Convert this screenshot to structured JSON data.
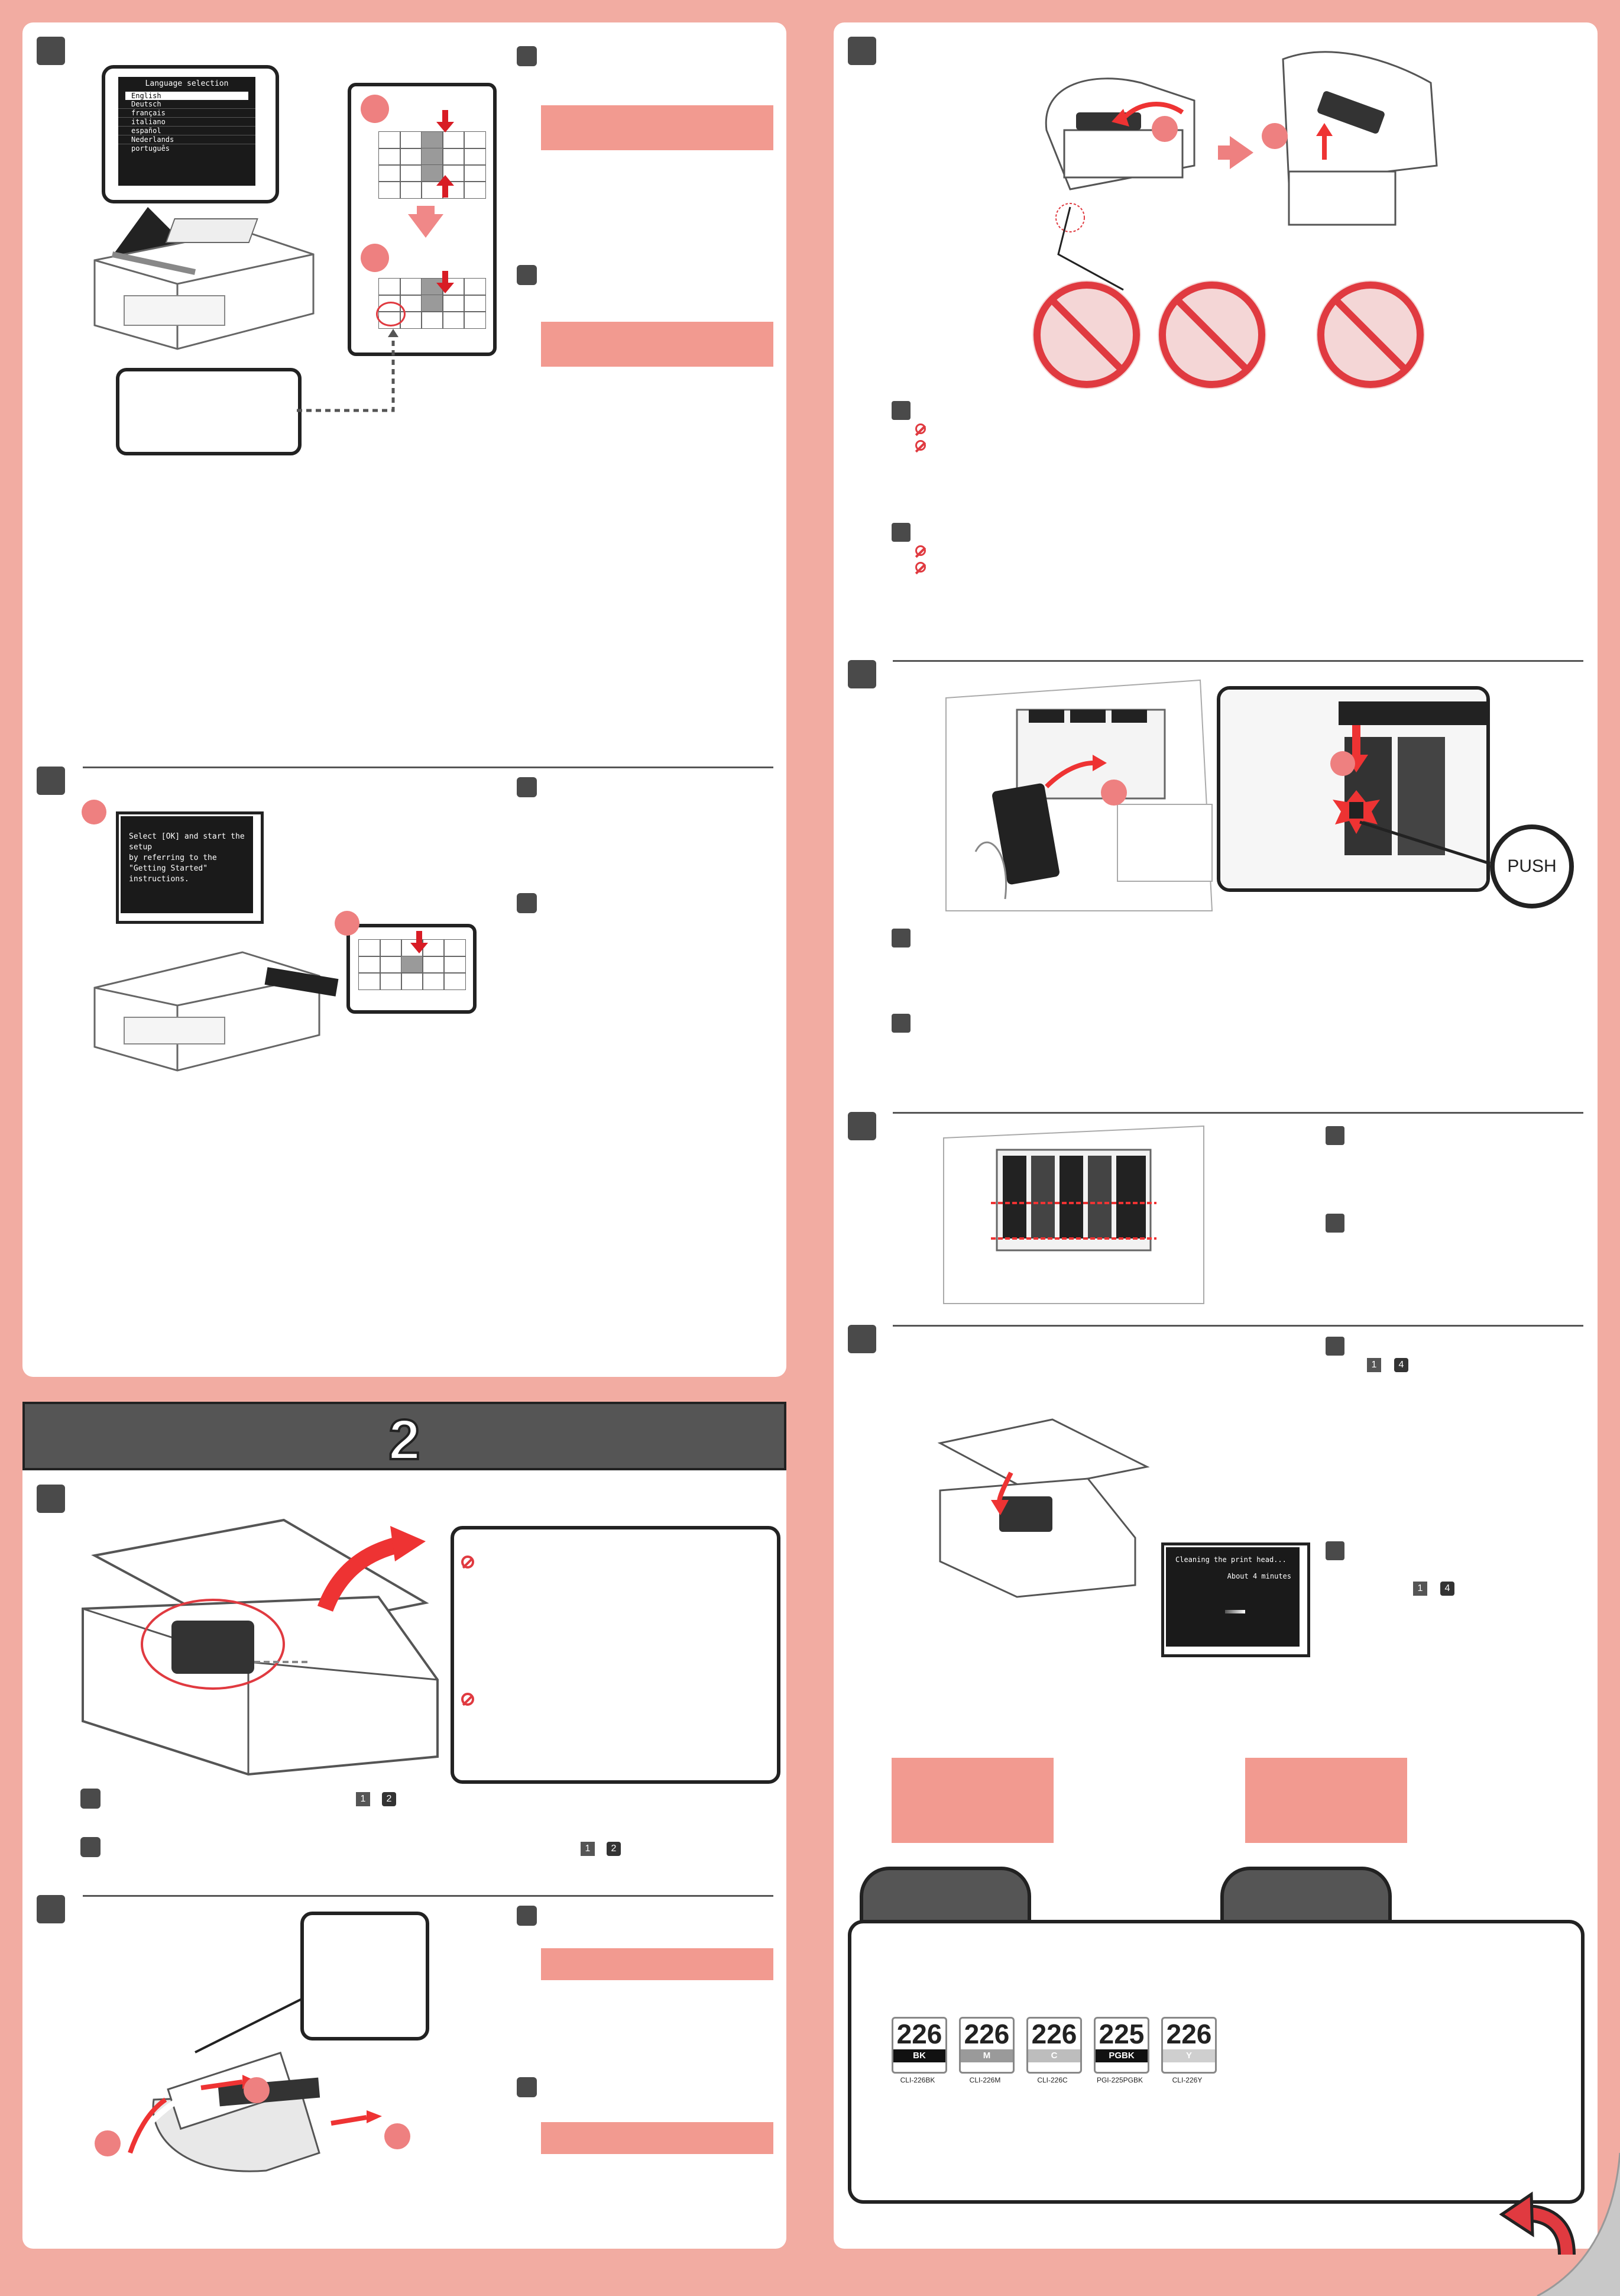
{
  "lcd1": {
    "title": "Language selection",
    "items": [
      "English",
      "Deutsch",
      "français",
      "italiano",
      "español",
      "Nederlands",
      "português"
    ],
    "selected": "English"
  },
  "lcd2": {
    "lines": [
      "Select [OK] and start the setup",
      "by referring to the",
      "\"Getting Started\" instructions."
    ]
  },
  "lcd3": {
    "line1": "Cleaning the print head...",
    "line2": "About 4 minutes"
  },
  "section": {
    "number": "2"
  },
  "push_label": "PUSH",
  "keys": {
    "a": "1",
    "b": "2",
    "c": "1",
    "d": "4"
  },
  "cartridges": [
    {
      "num": "226",
      "color": "BK",
      "model": "CLI-226BK",
      "hex": "#111111"
    },
    {
      "num": "226",
      "color": "M",
      "model": "CLI-226M",
      "hex": "#9a9a9a"
    },
    {
      "num": "226",
      "color": "C",
      "model": "CLI-226C",
      "hex": "#bdbdbd"
    },
    {
      "num": "225",
      "color": "PGBK",
      "model": "PGI-225PGBK",
      "hex": "#111111"
    },
    {
      "num": "226",
      "color": "Y",
      "model": "CLI-226Y",
      "hex": "#cfcfcf"
    }
  ],
  "colors": {
    "accent": "#f29a90",
    "dark": "#4a4a4a",
    "background": "#f2aca2"
  }
}
